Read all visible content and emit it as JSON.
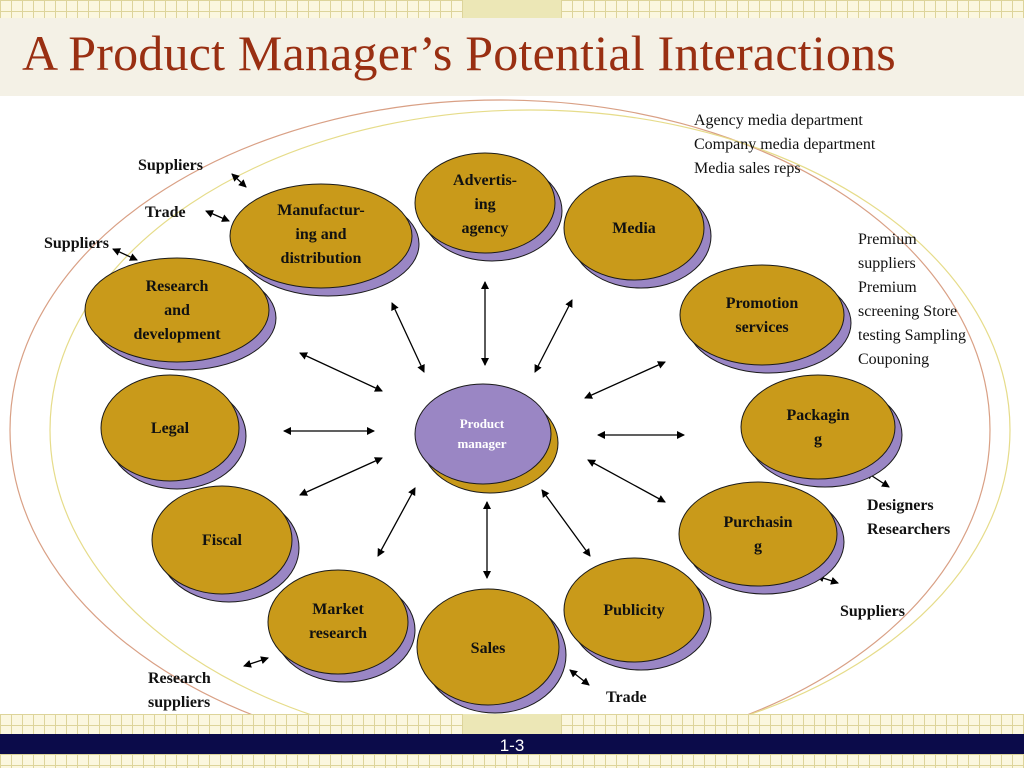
{
  "title": "A Product Manager’s Potential Interactions",
  "slide_number": "1-3",
  "center": {
    "lines": [
      "Product",
      "manager"
    ]
  },
  "nodes": [
    {
      "id": "advertising-agency",
      "lines": [
        "Advertis-",
        "ing",
        "agency"
      ]
    },
    {
      "id": "media",
      "lines": [
        "Media"
      ]
    },
    {
      "id": "promotion-services",
      "lines": [
        "Promotion",
        "services"
      ]
    },
    {
      "id": "packaging",
      "lines": [
        "Packagin",
        "g"
      ]
    },
    {
      "id": "purchasing",
      "lines": [
        "Purchasin",
        "g"
      ]
    },
    {
      "id": "publicity",
      "lines": [
        "Publicity"
      ]
    },
    {
      "id": "sales",
      "lines": [
        "Sales"
      ]
    },
    {
      "id": "market-research",
      "lines": [
        "Market",
        "research"
      ]
    },
    {
      "id": "fiscal",
      "lines": [
        "Fiscal"
      ]
    },
    {
      "id": "legal",
      "lines": [
        "Legal"
      ]
    },
    {
      "id": "research-and-development",
      "lines": [
        "Research",
        "and",
        "development"
      ]
    },
    {
      "id": "manufacturing-and-distribution",
      "lines": [
        "Manufactur-",
        "ing and",
        "distribution"
      ]
    }
  ],
  "external_labels": {
    "media_list": [
      "Agency media department",
      "Company media department",
      "Media sales reps"
    ],
    "promotion_list": [
      "Premium",
      "suppliers",
      "Premium",
      "screening Store",
      "testing Sampling",
      "Couponing"
    ],
    "packaging_list": [
      "Designers",
      "Researchers"
    ],
    "purchasing_suppliers": "Suppliers",
    "publicity_trade": "Trade",
    "market_research_list": [
      "Research",
      "suppliers"
    ],
    "manufacturing_suppliers": "Suppliers",
    "manufacturing_trade": "Trade",
    "rnd_suppliers": "Suppliers"
  },
  "colors": {
    "title": "#992f12",
    "node_fill": "#c99a1a",
    "node_shadow": "#9a86c4",
    "center_fill": "#9a86c4",
    "center_shadow": "#c99a1a",
    "navy": "#0b0b4a"
  }
}
